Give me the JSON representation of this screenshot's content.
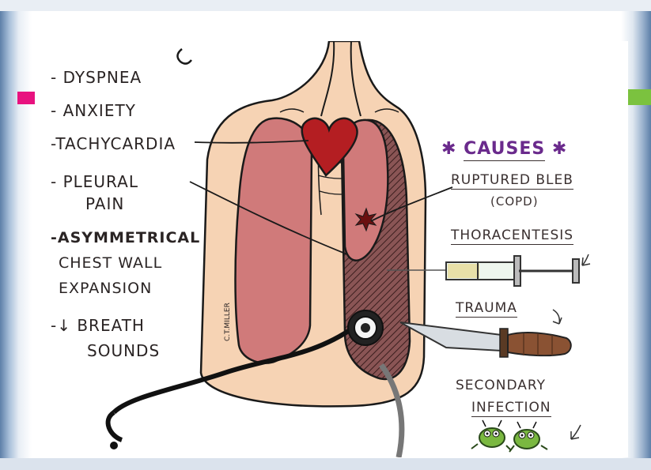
{
  "symptoms": {
    "dyspnea": "- DYSPNEA",
    "anxiety": "- ANXIETY",
    "tachycardia": "-TACHYCARDIA",
    "pleural_1": "- PLEURAL",
    "pleural_2": "PAIN",
    "asym_1": "-ASYMMETRICAL",
    "asym_2": "CHEST WALL",
    "asym_3": "EXPANSION",
    "breath_1": "-↓ BREATH",
    "breath_2": "SOUNDS"
  },
  "causes": {
    "title": "CAUSES",
    "star": "✱",
    "bleb": "RUPTURED BLEB",
    "copd": "(COPD)",
    "thoracentesis": "THORACENTESIS",
    "trauma": "TRAUMA",
    "secondary": "SECONDARY",
    "infection": "INFECTION"
  },
  "signature": "C.T.MILLER",
  "colors": {
    "skin": "#f6d3b4",
    "lung": "#d07a7a",
    "lung_collapsed": "#7a4848",
    "heart": "#b41e22",
    "accent_magenta": "#e8127f",
    "accent_green": "#7bc23f",
    "causes_purple": "#6a2a8c"
  },
  "icons": [
    "hook-icon",
    "heart-icon",
    "stethoscope-icon",
    "syringe-icon",
    "knife-icon",
    "germ-icon"
  ]
}
